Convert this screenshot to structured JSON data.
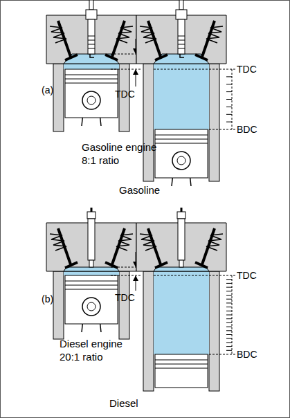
{
  "diagram": {
    "labels": [
      "(a)",
      "TDC",
      "TDC",
      "BDC",
      "Gasoline engine 8:1 ratio",
      "Gasoline",
      "(b)",
      "TDC",
      "TDC",
      "BDC",
      "Diesel engine 20:1 ratio",
      "Diesel"
    ]
  }
}
